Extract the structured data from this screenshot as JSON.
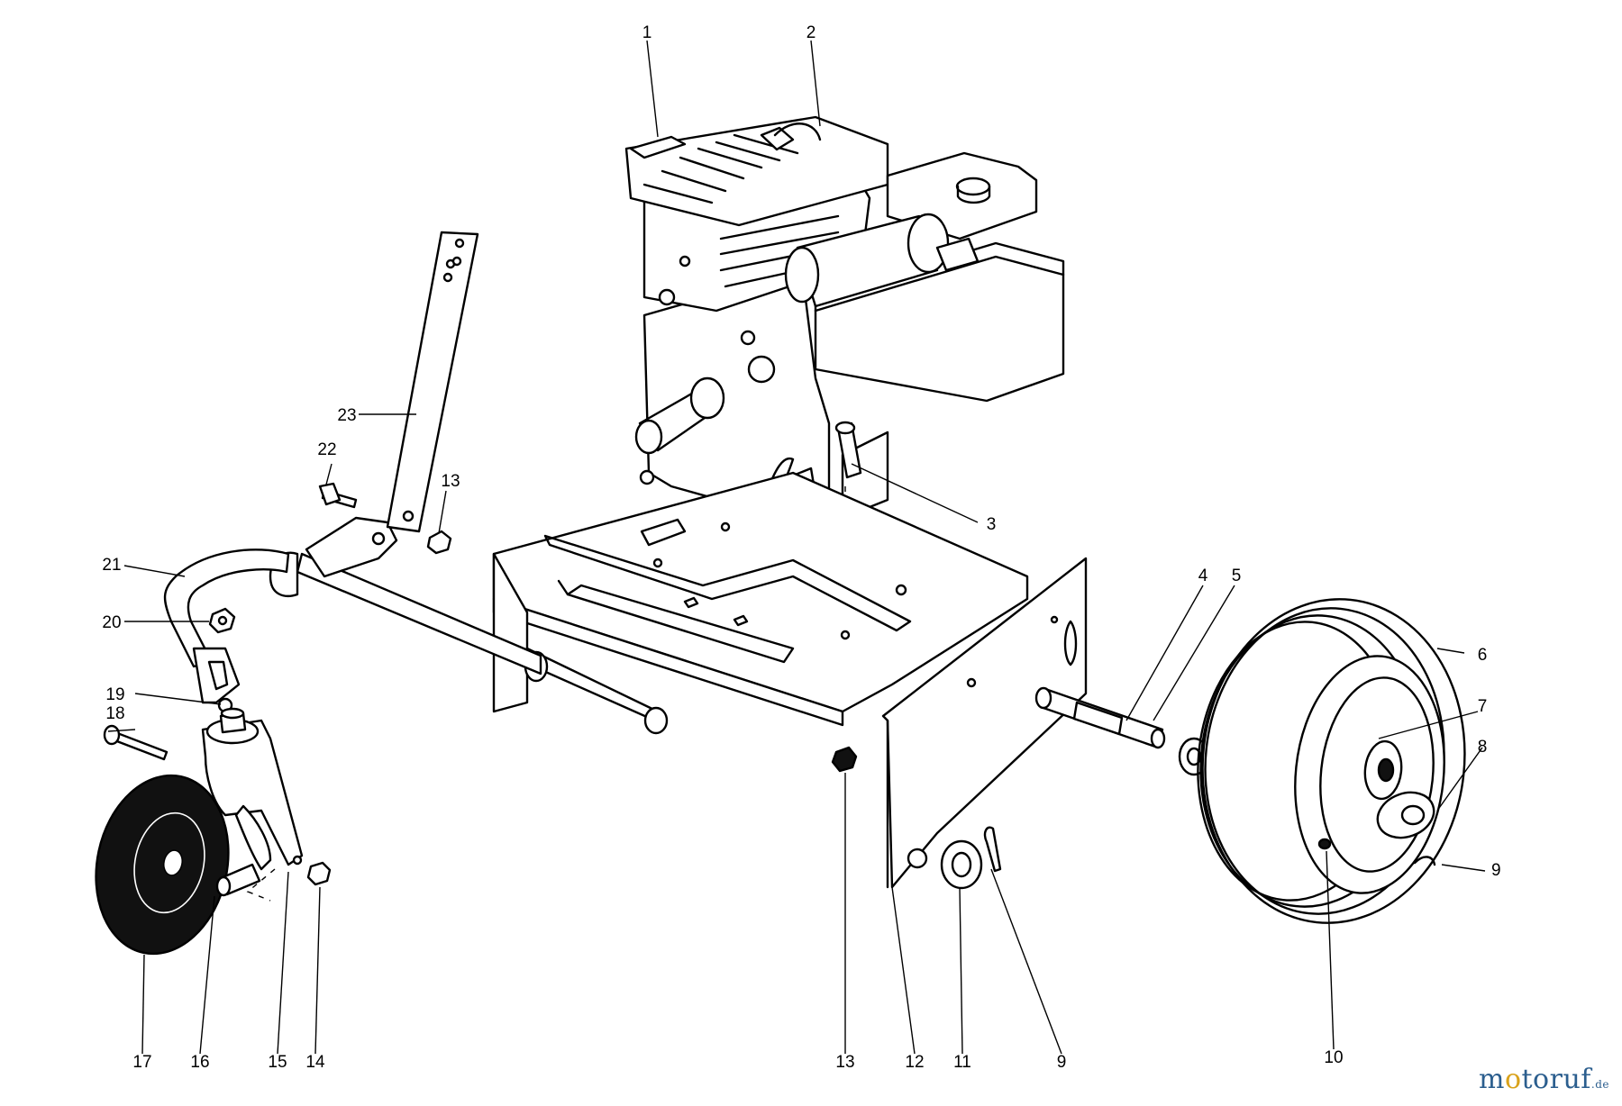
{
  "watermark": {
    "m": "m",
    "o": "o",
    "rest": "toruf",
    "suffix": ".de"
  },
  "callouts": [
    {
      "id": "c1",
      "label": "1"
    },
    {
      "id": "c2",
      "label": "2"
    },
    {
      "id": "c3",
      "label": "3"
    },
    {
      "id": "c4",
      "label": "4"
    },
    {
      "id": "c5",
      "label": "5"
    },
    {
      "id": "c6",
      "label": "6"
    },
    {
      "id": "c7",
      "label": "7"
    },
    {
      "id": "c8",
      "label": "8"
    },
    {
      "id": "c9a",
      "label": "9"
    },
    {
      "id": "c10",
      "label": "10"
    },
    {
      "id": "c9b",
      "label": "9"
    },
    {
      "id": "c11",
      "label": "11"
    },
    {
      "id": "c12",
      "label": "12"
    },
    {
      "id": "c13a",
      "label": "13"
    },
    {
      "id": "c14",
      "label": "14"
    },
    {
      "id": "c15",
      "label": "15"
    },
    {
      "id": "c16",
      "label": "16"
    },
    {
      "id": "c17",
      "label": "17"
    },
    {
      "id": "c18",
      "label": "18"
    },
    {
      "id": "c19",
      "label": "19"
    },
    {
      "id": "c20",
      "label": "20"
    },
    {
      "id": "c21",
      "label": "21"
    },
    {
      "id": "c22",
      "label": "22"
    },
    {
      "id": "c13b",
      "label": "13"
    },
    {
      "id": "c23",
      "label": "23"
    }
  ],
  "colors": {
    "line": "#000000",
    "watermark_blue": "#2b5e8e",
    "watermark_gold": "#d9a21b"
  }
}
